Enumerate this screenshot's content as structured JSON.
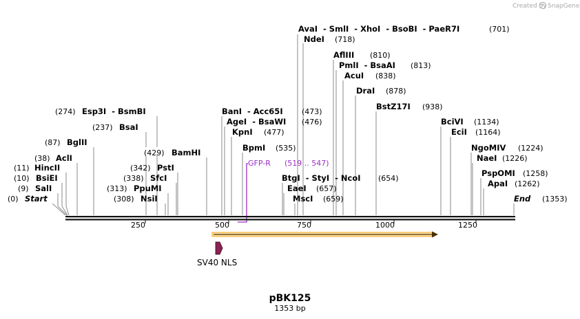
{
  "watermark": {
    "created_by": "Created by",
    "brand": "SnapGene"
  },
  "plasmid": {
    "name": "pBK125",
    "size_label": "1353 bp",
    "length": 1353
  },
  "ruler": {
    "ticks": [
      "250",
      "500",
      "750",
      "1000",
      "1250"
    ]
  },
  "sites": [
    {
      "name": "AvaI  - SmlI  - XhoI  - BsoBI  - PaeR7I",
      "pos": "(701)"
    },
    {
      "name": "NdeI",
      "pos": "(718)"
    },
    {
      "name": "AflIII",
      "pos": "(810)"
    },
    {
      "name": "PmlI  - BsaAI",
      "pos": "(813)"
    },
    {
      "name": "AcuI",
      "pos": "(838)"
    },
    {
      "name": "DraI",
      "pos": "(878)"
    },
    {
      "name": "BstZ17I",
      "pos": "(938)"
    },
    {
      "name": "Esp3I  - BsmBI",
      "pos": "(274)"
    },
    {
      "name": "BanI  - Acc65I",
      "pos": "(473)"
    },
    {
      "name": "BsaI",
      "pos": "(237)"
    },
    {
      "name": "AgeI  - BsaWI",
      "pos": "(476)"
    },
    {
      "name": "BciVI",
      "pos": "(1134)"
    },
    {
      "name": "KpnI",
      "pos": "(477)"
    },
    {
      "name": "EciI",
      "pos": "(1164)"
    },
    {
      "name": "BglII",
      "pos": "(87)"
    },
    {
      "name": "BpmI",
      "pos": "(535)"
    },
    {
      "name": "NgoMIV",
      "pos": "(1224)"
    },
    {
      "name": "BamHI",
      "pos": "(429)"
    },
    {
      "name": "AclI",
      "pos": "(38)"
    },
    {
      "name": "NaeI",
      "pos": "(1226)"
    },
    {
      "name": "HincII",
      "pos": "(11)"
    },
    {
      "name": "PstI",
      "pos": "(342)"
    },
    {
      "name": "PspOMI",
      "pos": "(1258)"
    },
    {
      "name": "BsiEI",
      "pos": "(10)"
    },
    {
      "name": "SfcI",
      "pos": "(338)"
    },
    {
      "name": "BtgI  - StyI  - NcoI",
      "pos": "(654)"
    },
    {
      "name": "ApaI",
      "pos": "(1262)"
    },
    {
      "name": "SalI",
      "pos": "(9)"
    },
    {
      "name": "PpuMI",
      "pos": "(313)"
    },
    {
      "name": "EaeI",
      "pos": "(657)"
    },
    {
      "name": "Start",
      "pos": "(0)"
    },
    {
      "name": "NsiI",
      "pos": "(308)"
    },
    {
      "name": "MscI",
      "pos": "(659)"
    },
    {
      "name": "End",
      "pos": "(1353)"
    }
  ],
  "primer": {
    "name": "GFP-R",
    "range": "(519 .. 547)",
    "color": "#9a2ec4"
  },
  "features": [
    {
      "name": "",
      "kind": "orange arrow",
      "color": "#f5a623",
      "start": 450,
      "end": 1120
    },
    {
      "name": "SV40 NLS",
      "color": "#8b2252",
      "start": 450,
      "end": 470
    }
  ],
  "colors": {
    "backbone": "#111111",
    "leader": "#8a8a8a"
  }
}
